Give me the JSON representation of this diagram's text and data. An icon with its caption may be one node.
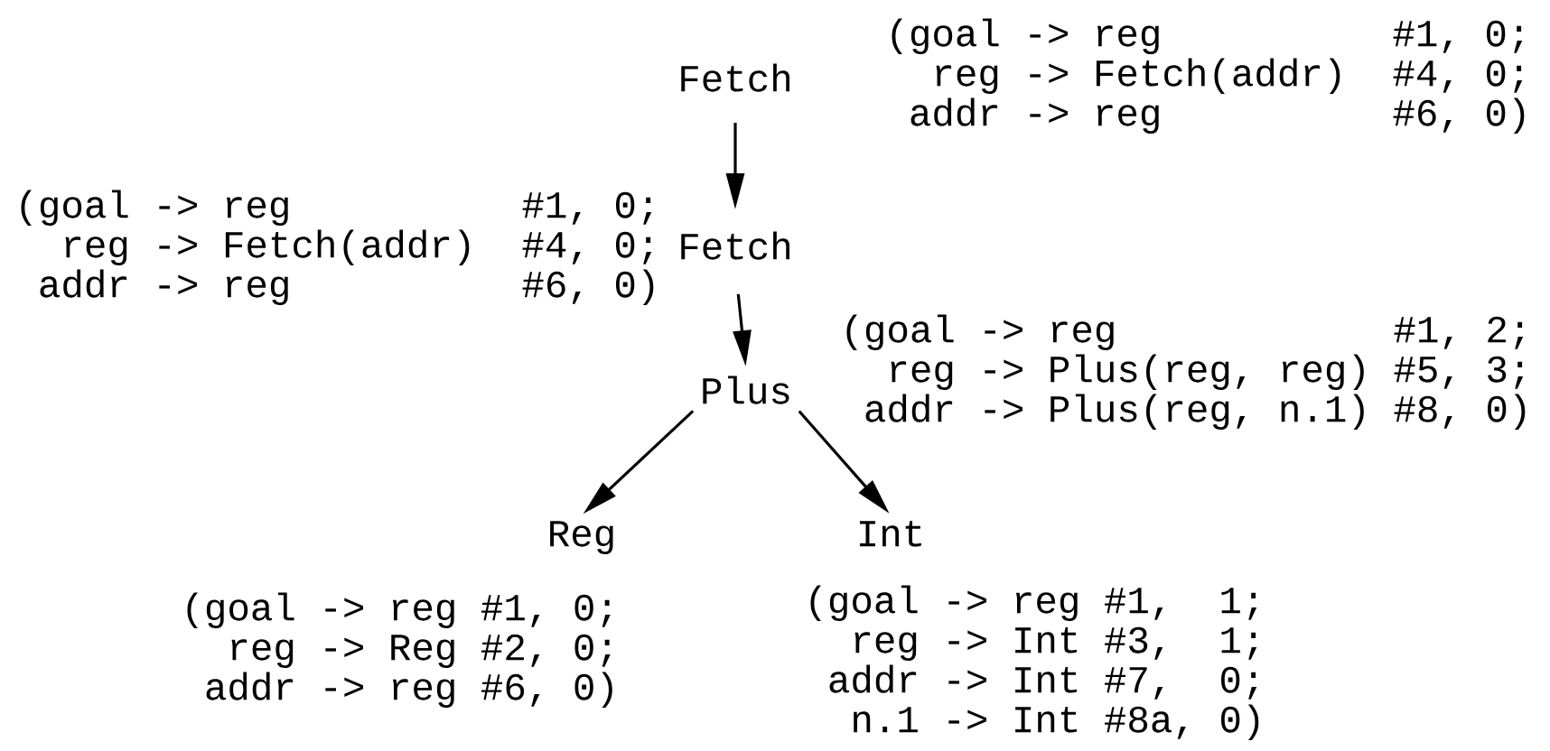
{
  "diagram": {
    "nodes": [
      {
        "text": [
          "Fetch"
        ],
        "beside": [
          "(goal -> reg",
          "#1, 0;",
          "reg -> Fetch(addr)",
          "#4, 0;",
          "addr -> reg",
          "#6, 0)"
        ]
      },
      {
        "text": [
          "Fetch"
        ],
        "beside": [
          "(goal -> reg",
          "#1, 0;",
          "reg -> Fetch(addr)",
          "#4, 0;",
          "addr -> reg",
          "#6, 0)"
        ]
      },
      {
        "text": [
          "Plus"
        ],
        "beside": [
          "(goal -> reg",
          "#1, 2;",
          "reg -> Plus(reg, reg)",
          "#5, 3;",
          "addr -> Plus(reg, n.1)",
          "#8, 0)"
        ]
      },
      {
        "text": [
          "Reg"
        ],
        "beside": [
          "(goal -> reg #1, 0;",
          "reg -> Reg #2, 0;",
          "addr -> reg #6, 0)"
        ]
      },
      {
        "text": [
          "Int"
        ],
        "beside": [
          "(goal -> reg #1,",
          "1;",
          "reg -> Int #3,",
          "1;",
          "addr -> Int #7,",
          "0;",
          "n.1 -> Int #8a,",
          "0)"
        ]
      }
    ],
    "edges": [
      {
        "from": 0,
        "to": 1,
        "arrow": "to"
      },
      {
        "from": 1,
        "to": 2,
        "arrow": "to"
      },
      {
        "from": 2,
        "to": 3,
        "arrow": "to"
      },
      {
        "from": 2,
        "to": 4,
        "arrow": "to"
      }
    ]
  }
}
